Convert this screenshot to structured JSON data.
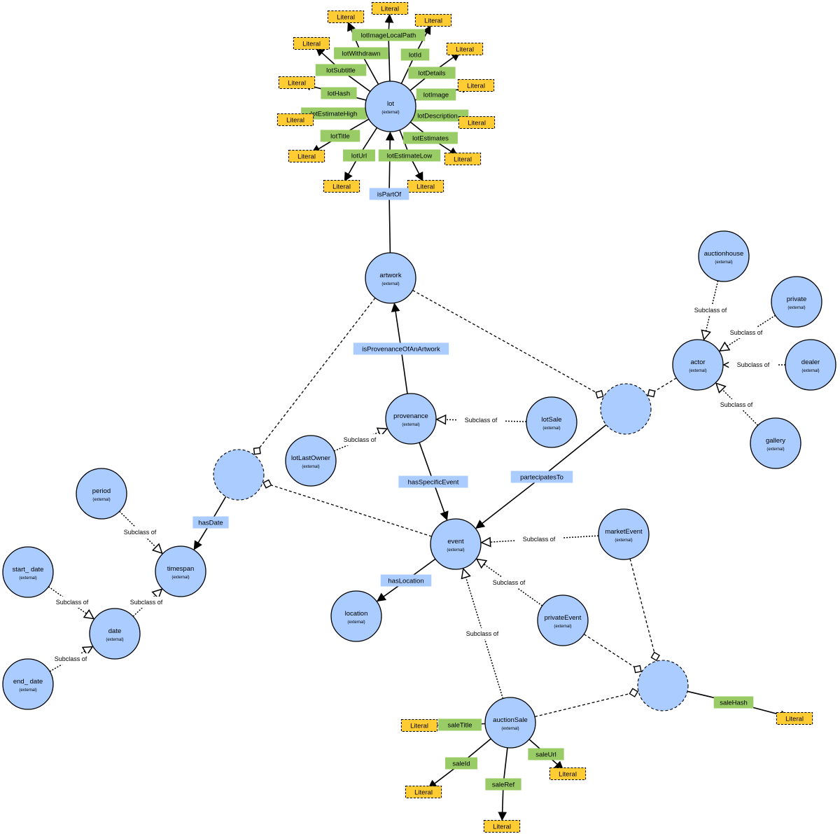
{
  "colors": {
    "class_fill": "#aaccff",
    "property_fill": "#99cc66",
    "object_property_fill": "#aaccff",
    "literal_fill": "#ffcc33",
    "stroke": "#000000"
  },
  "external_label": "(external)",
  "literal_label": "Literal",
  "subclass_label": "Subclass of",
  "classes": [
    {
      "id": "lot",
      "label": "lot"
    },
    {
      "id": "artwork",
      "label": "artwork"
    },
    {
      "id": "provenance",
      "label": "provenance"
    },
    {
      "id": "lotSale",
      "label": "lotSale"
    },
    {
      "id": "lotLastOwner",
      "label": "lotLastOwner"
    },
    {
      "id": "event",
      "label": "event"
    },
    {
      "id": "location",
      "label": "location"
    },
    {
      "id": "marketEvent",
      "label": "marketEvent"
    },
    {
      "id": "privateEvent",
      "label": "privateEvent"
    },
    {
      "id": "auctionSale",
      "label": "auctionSale"
    },
    {
      "id": "actor",
      "label": "actor"
    },
    {
      "id": "auctionhouse",
      "label": "auctionhouse"
    },
    {
      "id": "private",
      "label": "private"
    },
    {
      "id": "dealer",
      "label": "dealer"
    },
    {
      "id": "gallery",
      "label": "gallery"
    },
    {
      "id": "timespan",
      "label": "timespan"
    },
    {
      "id": "period",
      "label": "period"
    },
    {
      "id": "date",
      "label": "date"
    },
    {
      "id": "start_date",
      "label": "start_ date"
    },
    {
      "id": "end_date",
      "label": "end_ date"
    }
  ],
  "datatype_properties": [
    "lotImageLocalPath",
    "lotWithdrawn",
    "lotId",
    "lotSubtitle",
    "lotDetails",
    "lotHash",
    "lotImage",
    "lotEstimateHigh",
    "lotDescription",
    "lotTitle",
    "lotEstimates",
    "lotUrl",
    "lotEstimateLow",
    "saleTitle",
    "saleId",
    "saleRef",
    "saleUrl",
    "saleHash"
  ],
  "object_properties": [
    "isPartOf",
    "isProvenanceOfAnArtwork",
    "hasSpecificEvent",
    "partecipatesTo",
    "hasDate",
    "hasLocation"
  ]
}
